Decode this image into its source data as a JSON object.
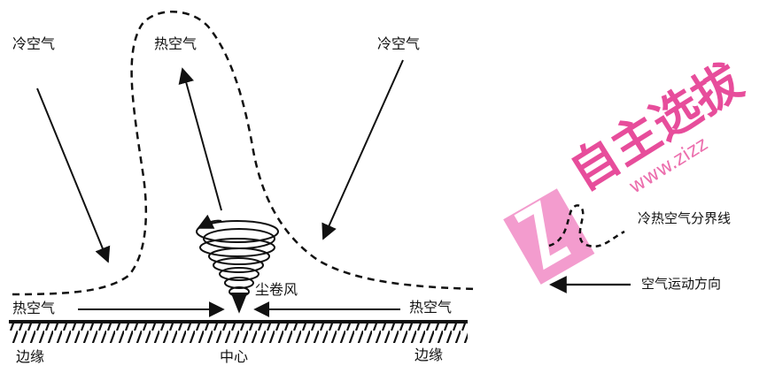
{
  "labels": {
    "cold_air_left": "冷空气",
    "hot_air_top": "热空气",
    "cold_air_right": "冷空气",
    "hot_air_left": "热空气",
    "hot_air_right": "热空气",
    "dust_devil": "尘卷风",
    "edge_left": "边缘",
    "center": "中心",
    "edge_right": "边缘"
  },
  "legend": {
    "boundary": "冷热空气分界线",
    "air_motion": "空气运动方向"
  },
  "watermark": {
    "text": "自主选拔",
    "url_fragment": "www.zizz",
    "color": "#e0127a"
  }
}
